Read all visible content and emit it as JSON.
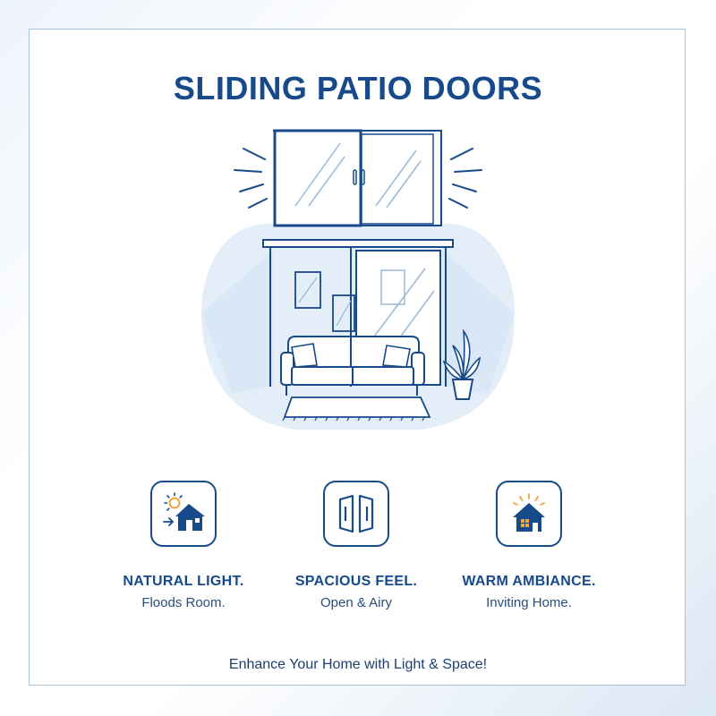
{
  "title": "SLIDING PATIO DOORS",
  "features": [
    {
      "title": "NATURAL LIGHT.",
      "subtitle": "Floods Room.",
      "icon": "sun-house-icon"
    },
    {
      "title": "SPACIOUS FEEL.",
      "subtitle": "Open & Airy",
      "icon": "open-door-icon"
    },
    {
      "title": "WARM AMBIANCE.",
      "subtitle": "Inviting Home.",
      "icon": "warm-house-icon"
    }
  ],
  "footer": "Enhance Your Home with Light & Space!",
  "colors": {
    "primary": "#174a8a",
    "accent": "#f2a33a",
    "light": "#dfeaf7"
  }
}
